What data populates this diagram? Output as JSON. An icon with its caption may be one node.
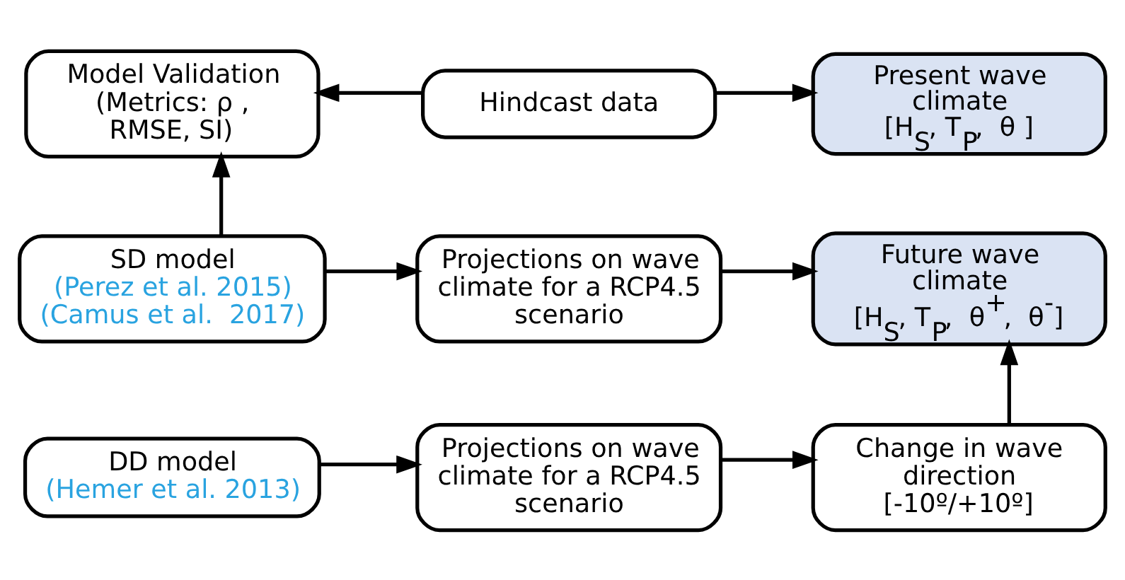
{
  "diagram": {
    "nodes": [
      {
        "text": [
          "Model Validation (Metrics: ρ , RMSE, SI)"
        ]
      },
      {
        "text": [
          "Hindcast data"
        ]
      },
      {
        "text": [
          "Present wave climate",
          "[H$_{S}$, T$_{P}$,  θ ]"
        ]
      },
      {
        "text": [
          "SD model",
          "(Perez et al. 2015)",
          "(Camus et al.  2017)"
        ]
      },
      {
        "text": [
          "Projections on wave climate for a RCP4.5 scenario"
        ]
      },
      {
        "text": [
          "Future wave climate",
          "[H$_{S}$, T$_{P}$,  θ$^{+}$,  θ$^{-}$]"
        ]
      },
      {
        "text": [
          "DD model",
          "(Hemer et al. 2013)"
        ]
      },
      {
        "text": [
          "Projections on wave climate for a RCP4.5 scenario"
        ]
      },
      {
        "text": [
          "Change in wave direction",
          "[-10º/+10º]"
        ]
      }
    ],
    "edges": [
      {
        "from": 1,
        "to": 0,
        "arrow": "to"
      },
      {
        "from": 1,
        "to": 2,
        "arrow": "to"
      },
      {
        "from": 3,
        "to": 0,
        "arrow": "to"
      },
      {
        "from": 3,
        "to": 4,
        "arrow": "to"
      },
      {
        "from": 4,
        "to": 5,
        "arrow": "to"
      },
      {
        "from": 6,
        "to": 7,
        "arrow": "to"
      },
      {
        "from": 7,
        "to": 8,
        "arrow": "to"
      },
      {
        "from": 8,
        "to": 5,
        "arrow": "to"
      }
    ]
  }
}
